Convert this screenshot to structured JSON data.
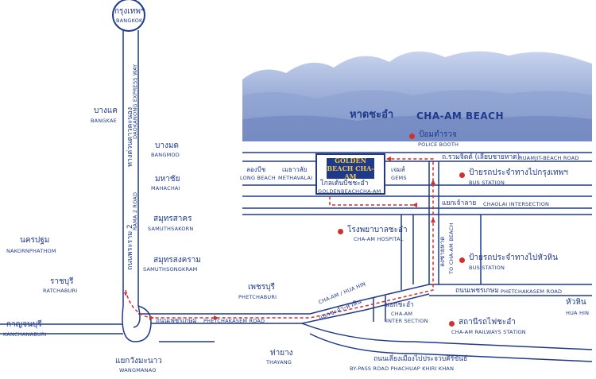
{
  "colors": {
    "road": "#1f3a8a",
    "route": "#d32f2f",
    "poi": "#d32f2f",
    "mountains": "#7f96c8",
    "text": "#1f3a8a"
  },
  "beach": {
    "th": "หาดชะอำ",
    "en": "CHA-AM BEACH"
  },
  "hotel": {
    "logo": "GOLDEN BEACH CHA-AM",
    "th": "โกลเด้นบีชชะอำ",
    "en": "GOLDENBEACHCHA-AM"
  },
  "places": {
    "bangkok": {
      "th": "กรุงเทพฯ",
      "en": "BANGKOK"
    },
    "bangkae": {
      "th": "บางแค",
      "en": "BANGKAE"
    },
    "bangmod": {
      "th": "บางมด",
      "en": "BANGMOD"
    },
    "mahachai": {
      "th": "มหาชัย",
      "en": "MAHACHAI"
    },
    "samutsakorn": {
      "th": "สมุทรสาคร",
      "en": "SAMUTHSAKORN"
    },
    "samutsongkram": {
      "th": "สมุทรสงคราม",
      "en": "SAMUTHSONGKRAM"
    },
    "nakornpathom": {
      "th": "นครปฐม",
      "en": "NAKORNPHATHOM"
    },
    "ratchaburi": {
      "th": "ราชบุรี",
      "en": "RATCHABURI"
    },
    "kanchanaburi": {
      "th": "กาญจนบุรี",
      "en": "KANCHANABURI"
    },
    "wangmanao": {
      "th": "แยกวังมะนาว",
      "en": "WANGMANAO"
    },
    "phetchaburi": {
      "th": "เพชรบุรี",
      "en": "PHETCHABURI"
    },
    "thayang": {
      "th": "ท่ายาง",
      "en": "THAYANG"
    },
    "huahin": {
      "th": "หัวหิน",
      "en": "HUA HIN"
    },
    "longbeach": {
      "th": "ลองบีช",
      "en": "LONG BEACH"
    },
    "methavalai": {
      "th": "เมธาวลัย",
      "en": "METHAVALAI"
    },
    "gems": {
      "th": "เจมส์",
      "en": "GEMS"
    }
  },
  "roads": {
    "expressway": {
      "th": "ทางด่วนดาวคะนอง",
      "en": "DAOKANONG EXPRESS WAY"
    },
    "rama2": {
      "th": "ถนนพระราม 2",
      "en": "RAMA 2 ROAD"
    },
    "phetchakasem_west": {
      "th": "ถนนเพชรเกษม",
      "en": "PHETCHAKASEM ROAD"
    },
    "chaam_huahin": {
      "th": "แยกชะอำ-หัวหิน",
      "en": "CHA-AM / HUA HIN"
    },
    "ruamjit": {
      "th": "ถ.รวมจิตต์ (เลียบชายหาด)",
      "en": "RUAMJIT-BEACH ROAD"
    },
    "chaolai": {
      "th": "แยกเจ้าลาย",
      "en": "CHAOLAI INTERSECTION"
    },
    "phetchakasem_east": {
      "th": "ถนนเพชรเกษม",
      "en": "PHETCHAKASEM ROAD"
    },
    "to_beach": {
      "th": "ลงชายหาด",
      "en": "TO CHA-AM BEACH"
    },
    "bypass": {
      "th": "ถนนเลี่ยงเมืองไปประจวบคีรีขันธ์",
      "en": "BY-PASS ROAD PHACHUAP KHIRI KHAN"
    }
  },
  "poi": {
    "police": {
      "th": "ป้อมตำรวจ",
      "en": "POLICE BOOTH"
    },
    "bus_bkk": {
      "th": "ป้ายรถประจำทางไปกรุงเทพฯ",
      "en": "BUS STATION"
    },
    "hospital": {
      "th": "โรงพยาบาลชะอำ",
      "en": "CHA-AM HOSPITAL"
    },
    "bus_huahin": {
      "th": "ป้ายรถประจำทางไปหัวหิน",
      "en": "BUS STATION"
    },
    "chaam_intersection": {
      "th": "แยกชะอำ",
      "en_line1": "CHA-AM",
      "en_line2": "INTER SECTION"
    },
    "railway": {
      "th": "สถานีรถไฟชะอำ",
      "en": "CHA-AM RAILWAYS STATION"
    }
  }
}
